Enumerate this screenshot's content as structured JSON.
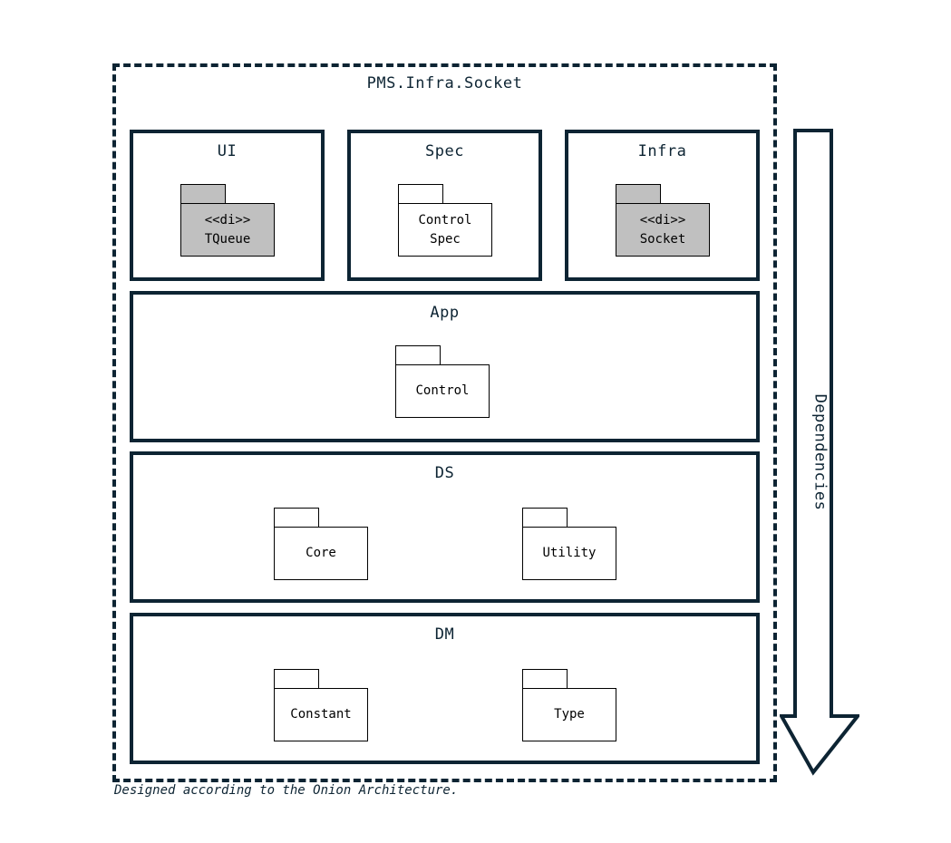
{
  "diagram": {
    "title": "PMS.Infra.Socket",
    "footer_note": "Designed according to the Onion Architecture.",
    "boundary_style": "dashed",
    "colors": {
      "border": "#0d2433",
      "folder_border": "#000000",
      "folder_fill_default": "#ffffff",
      "folder_fill_driven": "#c0c0c0",
      "background": "#ffffff"
    }
  },
  "top_row": [
    {
      "name": "UI",
      "folders": [
        {
          "lines": [
            "<<di>>",
            "TQueue"
          ],
          "fill": "gray"
        }
      ]
    },
    {
      "name": "Spec",
      "folders": [
        {
          "lines": [
            "Control",
            "Spec"
          ],
          "fill": "white"
        }
      ]
    },
    {
      "name": "Infra",
      "folders": [
        {
          "lines": [
            "<<di>>",
            "Socket"
          ],
          "fill": "gray"
        }
      ]
    }
  ],
  "layers": [
    {
      "name": "App",
      "folders": [
        {
          "lines": [
            "Control"
          ],
          "fill": "white"
        }
      ]
    },
    {
      "name": "DS",
      "folders": [
        {
          "lines": [
            "Core"
          ],
          "fill": "white"
        },
        {
          "lines": [
            "Utility"
          ],
          "fill": "white"
        }
      ]
    },
    {
      "name": "DM",
      "folders": [
        {
          "lines": [
            "Constant"
          ],
          "fill": "white"
        },
        {
          "lines": [
            "Type"
          ],
          "fill": "white"
        }
      ]
    }
  ],
  "dependencies_arrow": {
    "label": "Dependencies",
    "direction": "down"
  }
}
